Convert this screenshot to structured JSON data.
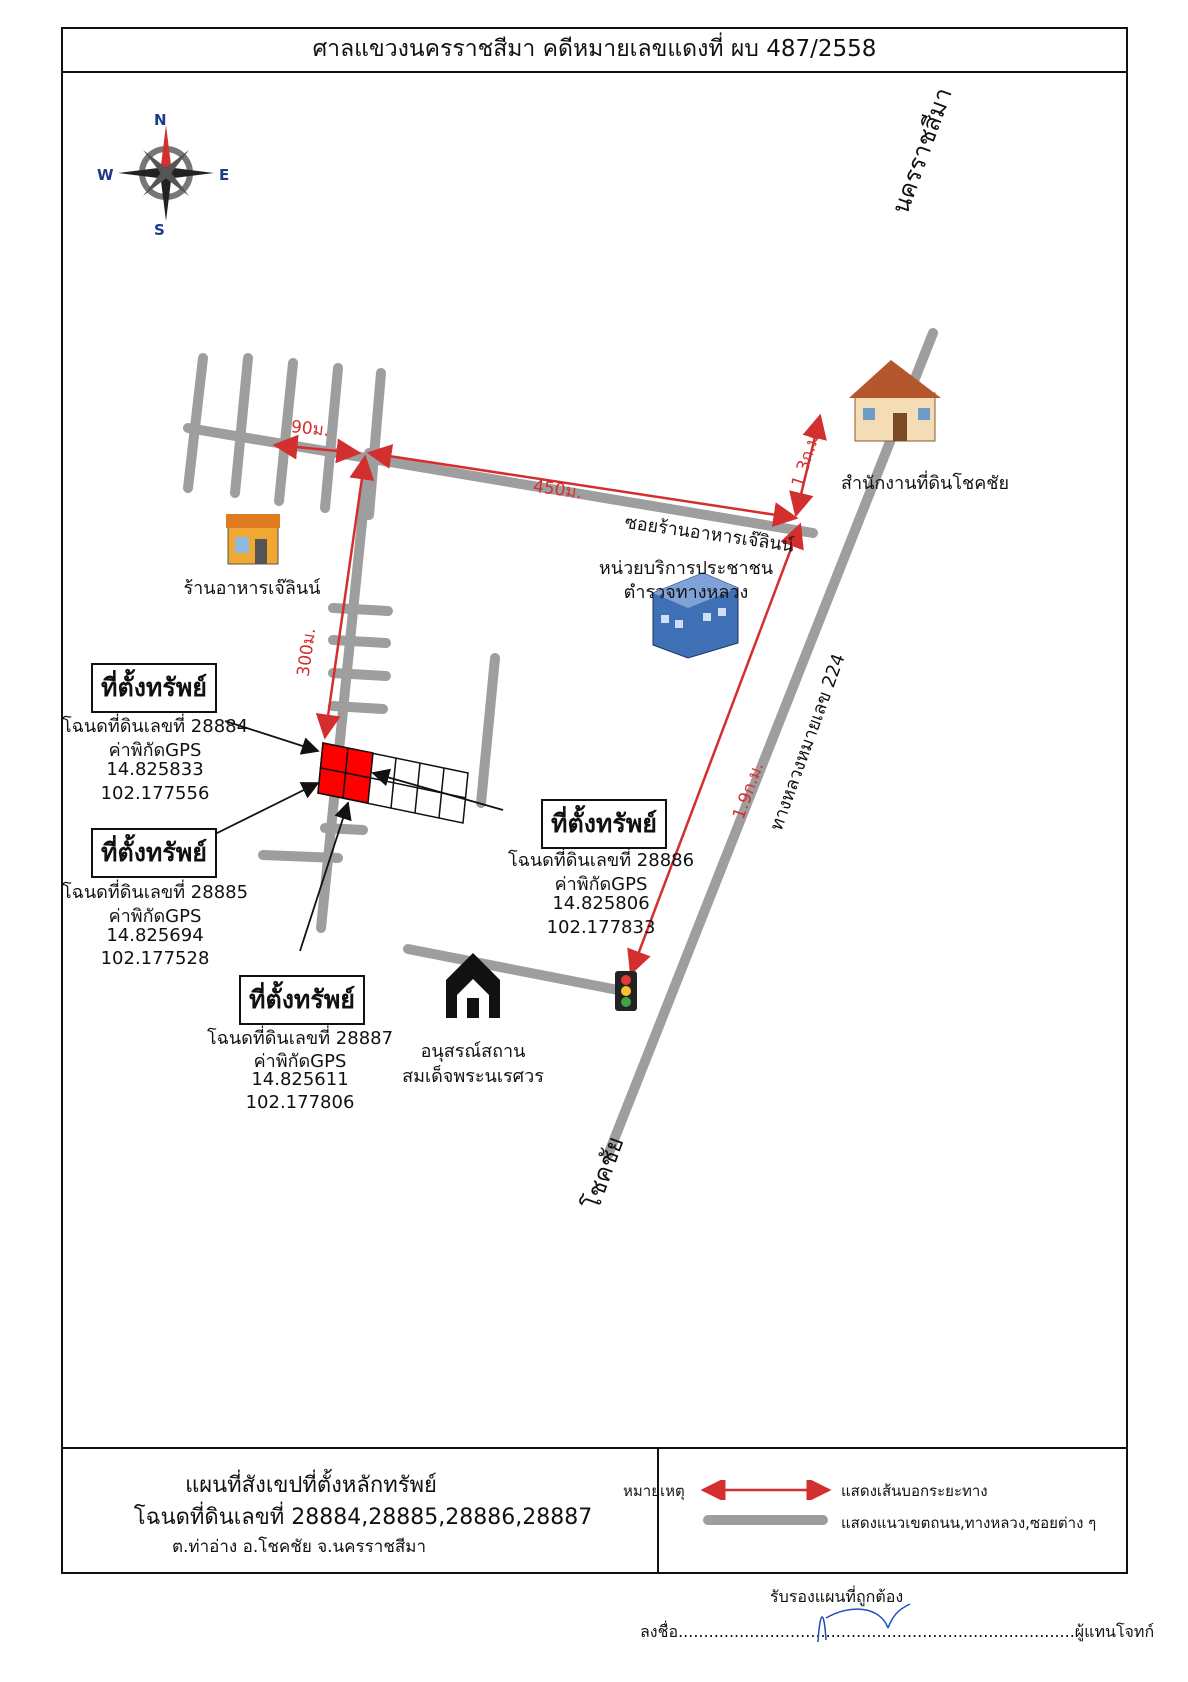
{
  "title": "ศาลแขวงนครราชสีมา คดีหมายเลขแดงที่ ผบ 487/2558",
  "compass": {
    "n": "N",
    "s": "S",
    "e": "E",
    "w": "W"
  },
  "roads": {
    "top_right": "นครราชสีมา",
    "bottom_left": "โชคชัย",
    "highway": "ทางหลวงหมายเลข 224",
    "soi": "ซอยร้านอาหารเจ๊ลินน์"
  },
  "distances": {
    "d90": "90ม.",
    "d450": "450ม.",
    "d300": "300ม.",
    "d13": "1.3ก.ม.",
    "d19": "1.9ก.ม."
  },
  "landmarks": {
    "land_office": "สำนักงานที่ดินโชคชัย",
    "police_l1": "หน่วยบริการประชาชน",
    "police_l2": "ตำรวจทางหลวง",
    "restaurant": "ร้านอาหารเจ๊ลินน์",
    "monument_l1": "อนุสรณ์สถาน",
    "monument_l2": "สมเด็จพระนเรศวร"
  },
  "properties": [
    {
      "heading": "ที่ตั้งทรัพย์",
      "deed": "โฉนดที่ดินเลขที่ 28884",
      "gps_label": "ค่าพิกัดGPS",
      "lat": "14.825833",
      "lon": "102.177556"
    },
    {
      "heading": "ที่ตั้งทรัพย์",
      "deed": "โฉนดที่ดินเลขที่ 28885",
      "gps_label": "ค่าพิกัดGPS",
      "lat": "14.825694",
      "lon": "102.177528"
    },
    {
      "heading": "ที่ตั้งทรัพย์",
      "deed": "โฉนดที่ดินเลขที่ 28887",
      "gps_label": "ค่าพิกัดGPS",
      "lat": "14.825611",
      "lon": "102.177806"
    },
    {
      "heading": "ที่ตั้งทรัพย์",
      "deed": "โฉนดที่ดินเลขที่ 28886",
      "gps_label": "ค่าพิกัดGPS",
      "lat": "14.825806",
      "lon": "102.177833"
    }
  ],
  "footer": {
    "line1": "แผนที่สังเขปที่ตั้งหลักทรัพย์",
    "line2": "โฉนดที่ดินเลขที่ 28884,28885,28886,28887",
    "line3": "ต.ท่าอ่าง  อ.โชคชัย  จ.นครราชสีมา",
    "legend_label": "หมายเหตุ",
    "legend_distance": "แสดงเส้นบอกระยะทาง",
    "legend_road": "แสดงแนวเขตถนน,ทางหลวง,ซอยต่าง ๆ"
  },
  "signature": {
    "certify": "รับรองแผนที่ถูกต้อง",
    "sign": "ลงชื่อ..............................................................................ผู้แทนโจทก์"
  },
  "colors": {
    "road": "#9e9e9e",
    "distance": "#d32f2f",
    "plot": "#ff0000"
  }
}
